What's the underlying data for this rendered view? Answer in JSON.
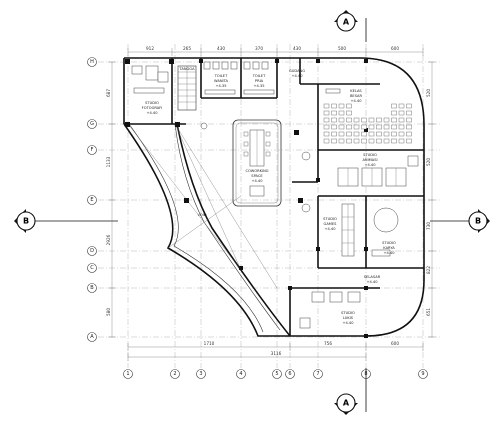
{
  "grid_rows": [
    "H",
    "G",
    "F",
    "E",
    "D",
    "C",
    "B",
    "A"
  ],
  "grid_cols": [
    "1",
    "2",
    "3",
    "4",
    "5",
    "6",
    "7",
    "8",
    "9"
  ],
  "section_marks": {
    "a_top": "A",
    "a_bottom": "A",
    "b_left": "B",
    "b_right": "B"
  },
  "top_dims": [
    "912",
    "265",
    "430",
    "370",
    "430",
    "500",
    "600"
  ],
  "bottom_dims": {
    "d1": "1710",
    "d2": "756",
    "d3": "600",
    "total": "3116"
  },
  "left_dims": [
    "687",
    "1133",
    "2926",
    "580"
  ],
  "right_dims": [
    "520",
    "520",
    "730",
    "822",
    "651"
  ],
  "rooms": {
    "studio_foto": {
      "line1": "STUDIO",
      "line2": "FOTOGRAFI",
      "level": "+4.40"
    },
    "tangga": {
      "line1": "TANGGA"
    },
    "toilet_w": {
      "line1": "TOILET",
      "line2": "WANITA",
      "level": "+4.35"
    },
    "toilet_p": {
      "line1": "TOILET",
      "line2": "PRIA",
      "level": "+4.35"
    },
    "gudang": {
      "line1": "GUDANG",
      "level": "+4.40"
    },
    "kelas": {
      "line1": "KELAS",
      "line2": "BESAR",
      "level": "+4.40"
    },
    "cowork": {
      "line1": "COWORKING",
      "line2": "SPACE",
      "level": "+4.40"
    },
    "animasi": {
      "line1": "STUDIO",
      "line2": "ANIMASI",
      "level": "+4.40"
    },
    "void": {
      "line1": "VOID"
    },
    "games": {
      "line1": "STUDIO",
      "line2": "GAMES",
      "level": "+4.40"
    },
    "karya": {
      "line1": "STUDIO",
      "line2": "KARYA",
      "level": "+4.40"
    },
    "selasar": {
      "line1": "SELASAR",
      "level": "+4.40"
    },
    "lukis": {
      "line1": "STUDIO",
      "line2": "LUKIS",
      "level": "+4.40"
    }
  }
}
